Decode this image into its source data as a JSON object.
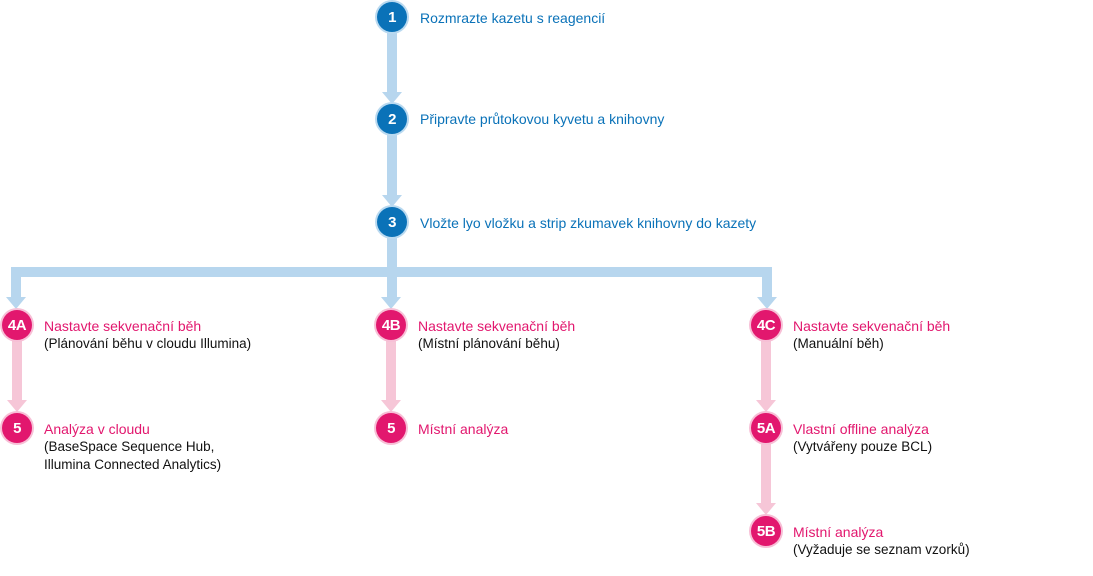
{
  "colors": {
    "blue_node": "#0a72b8",
    "pink_node": "#e2176e",
    "blue_connector": "#b7d6ee",
    "pink_connector": "#f6c6d7",
    "subtitle": "#111111"
  },
  "steps": {
    "s1": {
      "badge": "1",
      "title": "Rozmrazte kazetu s reagencií"
    },
    "s2": {
      "badge": "2",
      "title": "Připravte průtokovou kyvetu a knihovny"
    },
    "s3": {
      "badge": "3",
      "title": "Vložte lyo vložku a strip zkumavek knihovny do kazety"
    },
    "s4a": {
      "badge": "4A",
      "title": "Nastavte sekvenační běh",
      "subtitle": "(Plánování běhu v cloudu Illumina)"
    },
    "s5a_left": {
      "badge": "5",
      "title": "Analýza v cloudu",
      "subtitle_line1": "(BaseSpace Sequence Hub,",
      "subtitle_line2": "Illumina Connected Analytics)"
    },
    "s4b": {
      "badge": "4B",
      "title": "Nastavte sekvenační běh",
      "subtitle": "(Místní plánování běhu)"
    },
    "s5_mid": {
      "badge": "5",
      "title": "Místní analýza"
    },
    "s4c": {
      "badge": "4C",
      "title": "Nastavte sekvenační běh",
      "subtitle": "(Manuální běh)"
    },
    "s5a": {
      "badge": "5A",
      "title": "Vlastní offline analýza",
      "subtitle": "(Vytvářeny pouze BCL)"
    },
    "s5b": {
      "badge": "5B",
      "title": "Místní analýza",
      "subtitle": "(Vyžaduje se seznam vzorků)"
    }
  }
}
